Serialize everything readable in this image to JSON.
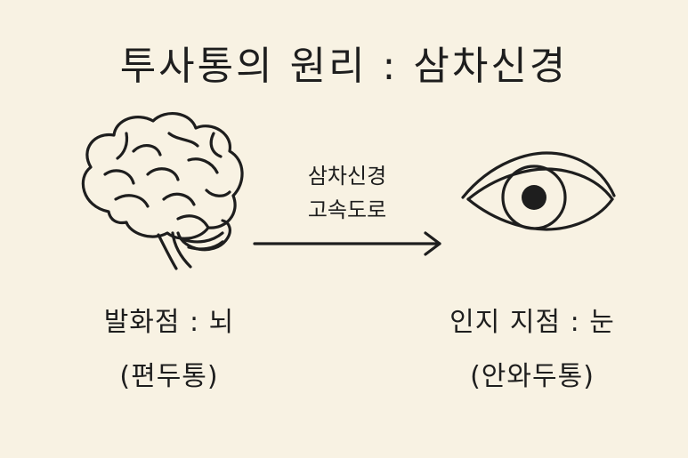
{
  "title": "투사통의 원리 : 삼차신경",
  "arrow": {
    "label_line1": "삼차신경",
    "label_line2": "고속도로"
  },
  "left": {
    "icon": "brain-icon",
    "label": "발화점 : 뇌",
    "sublabel": "(편두통)"
  },
  "right": {
    "icon": "eye-icon",
    "label": "인지 지점 : 눈",
    "sublabel": "(안와두통)"
  },
  "colors": {
    "background": "#f8f2e3",
    "ink": "#1e1e1e"
  }
}
